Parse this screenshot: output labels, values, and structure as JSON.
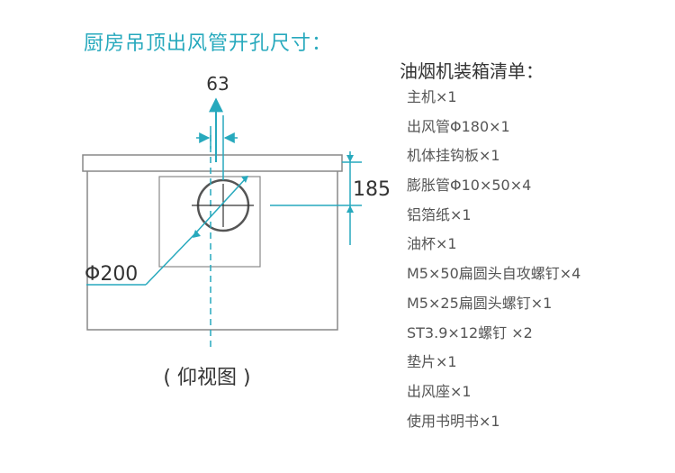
{
  "title": "厨房吊顶出风管开孔尺寸：",
  "diagram": {
    "dim_width": "63",
    "dim_depth": "185",
    "dim_diameter": "Φ200",
    "caption": "( 仰视图 )"
  },
  "packing_list": {
    "title": "油烟机装箱清单：",
    "items": [
      "主机×1",
      "出风管Φ180×1",
      "机体挂钩板×1",
      "膨胀管Φ10×50×4",
      "铝箔纸×1",
      "油杯×1",
      "M5×50扁圆头自攻螺钉×4",
      "M5×25扁圆头螺钉×1",
      "ST3.9×12螺钉 ×2",
      "垫片×1",
      "出风座×1",
      "使用书明书×1"
    ]
  },
  "colors": {
    "accent": "#27a9bd",
    "outline": "#888888",
    "text": "#333333"
  }
}
